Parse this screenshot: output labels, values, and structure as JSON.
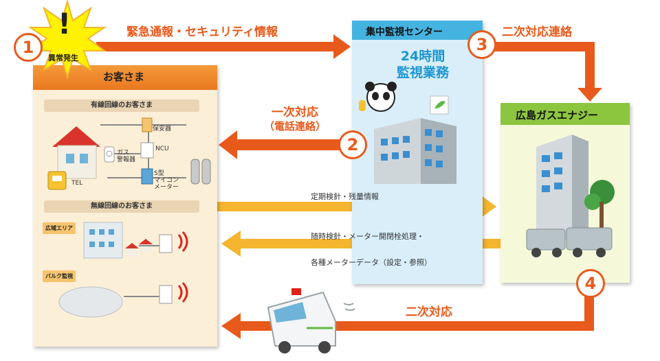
{
  "steps": {
    "s1": "1",
    "s2": "2",
    "s3": "3",
    "s4": "4"
  },
  "alert": {
    "mark": "!",
    "label": "異常発生"
  },
  "arrows": {
    "emergency": "緊急通報・セキュリティ情報",
    "secondary_contact": "二次対応連絡",
    "primary_line1": "一次対応",
    "primary_line2": "（電話連絡）",
    "periodic": "定期検針・残量情報",
    "adhoc_line1": "随時検針・メーター開閉栓処理・",
    "adhoc_line2": "各種メーターデータ（設定・参照）",
    "secondary": "二次対応"
  },
  "customer": {
    "title": "お客さま",
    "wired_heading": "有線回線のお客さま",
    "wireless_heading": "無線回線のお客さま",
    "breaker": "保安器",
    "ncu": "NCU",
    "gas_alarm_line1": "ガス",
    "gas_alarm_line2": "警報器",
    "meter_line1": "S型",
    "meter_line2": "マイコン",
    "meter_line3": "メーター",
    "tel": "TEL",
    "wide_area": "広域エリア",
    "bulk": "バルク監視"
  },
  "center": {
    "title": "集中監視センター",
    "hours_line1": "24時間",
    "hours_line2": "監視業務"
  },
  "company": {
    "title": "広島ガスエナジー"
  },
  "colors": {
    "arrow_red": "#e85a1b",
    "arrow_yellow": "#f5b52e",
    "center_head": "#45b3e0",
    "company_head": "#8cc63f",
    "customer_head": "#f0892a"
  }
}
